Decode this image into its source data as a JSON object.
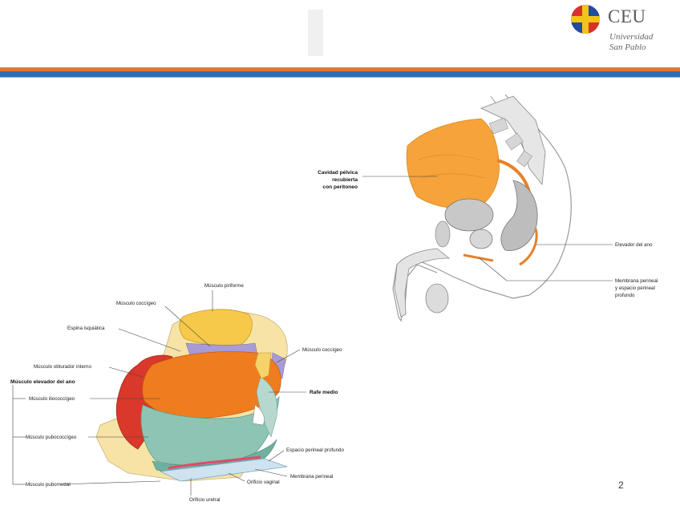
{
  "header": {
    "logo": {
      "word": "CEU",
      "line1": "Universidad",
      "line2": "San Pablo",
      "colors": {
        "red": "#d6322c",
        "blue": "#1d4e9e",
        "yellow": "#f2c318"
      }
    },
    "stripe_colors": {
      "orange": "#e8752c",
      "blue": "#2b6fb3"
    }
  },
  "figure_left": {
    "labels": {
      "piriforme": "Músculo piriforme",
      "coccigeo_top": "Músculo coccígeo",
      "espina": "Espina isquiática",
      "obturador": "Músculo obturador interno",
      "elevador_group": "Músculo elevador del ano",
      "iliococcigeo": "Músculo iliococcígeo",
      "pubococcigeo": "Músculo pubococcígeo",
      "puborrectal": "Músculo puborrectal",
      "coccigeo_right": "Músculo coccígeo",
      "rafe": "Rafe medio",
      "espacio": "Espacio perineal profundo",
      "membrana": "Membrana perineal",
      "vaginal": "Orificio vaginal",
      "uretral": "Orificio uretral"
    }
  },
  "figure_right": {
    "labels": {
      "cavidad_1": "Cavidad pélvica",
      "cavidad_2": "recubierta",
      "cavidad_3": "con peritoneo",
      "elevador": "Elevador del ano",
      "membrana_1": "Membrana perineal",
      "membrana_2": "y espacio perineal",
      "membrana_3": "profundo"
    }
  },
  "page_number": "2"
}
